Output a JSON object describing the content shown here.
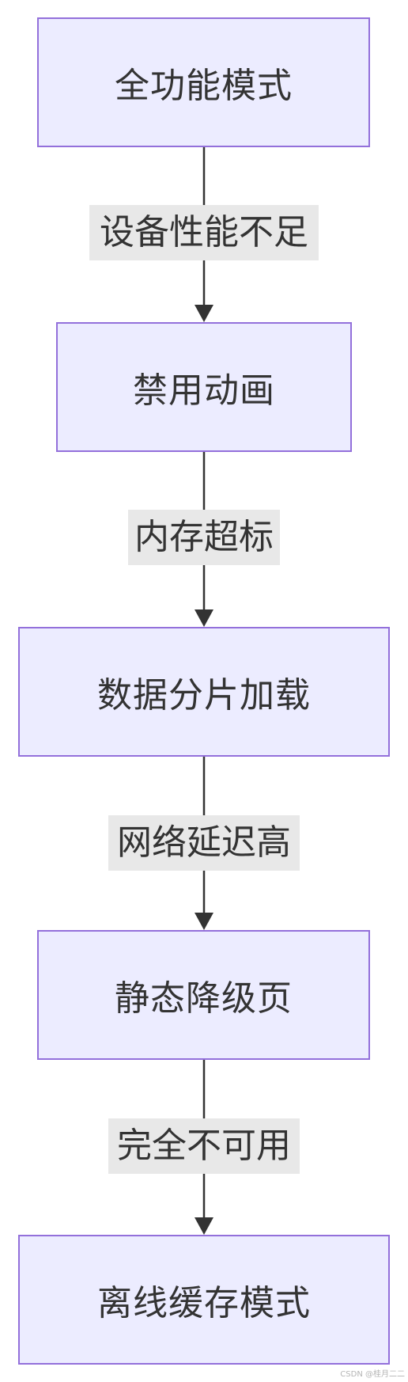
{
  "diagram": {
    "nodes": [
      {
        "id": "n1",
        "label": "全功能模式"
      },
      {
        "id": "n2",
        "label": "禁用动画"
      },
      {
        "id": "n3",
        "label": "数据分片加载"
      },
      {
        "id": "n4",
        "label": "静态降级页"
      },
      {
        "id": "n5",
        "label": "离线缓存模式"
      }
    ],
    "edges": [
      {
        "from": "n1",
        "to": "n2",
        "label": "设备性能不足"
      },
      {
        "from": "n2",
        "to": "n3",
        "label": "内存超标"
      },
      {
        "from": "n3",
        "to": "n4",
        "label": "网络延迟高"
      },
      {
        "from": "n4",
        "to": "n5",
        "label": "完全不可用"
      }
    ],
    "colors": {
      "node_fill": "#ececff",
      "node_border": "#9370db",
      "edge": "#333333",
      "label_bg": "#e8e8e8"
    }
  },
  "watermark": "CSDN @桂月二二"
}
